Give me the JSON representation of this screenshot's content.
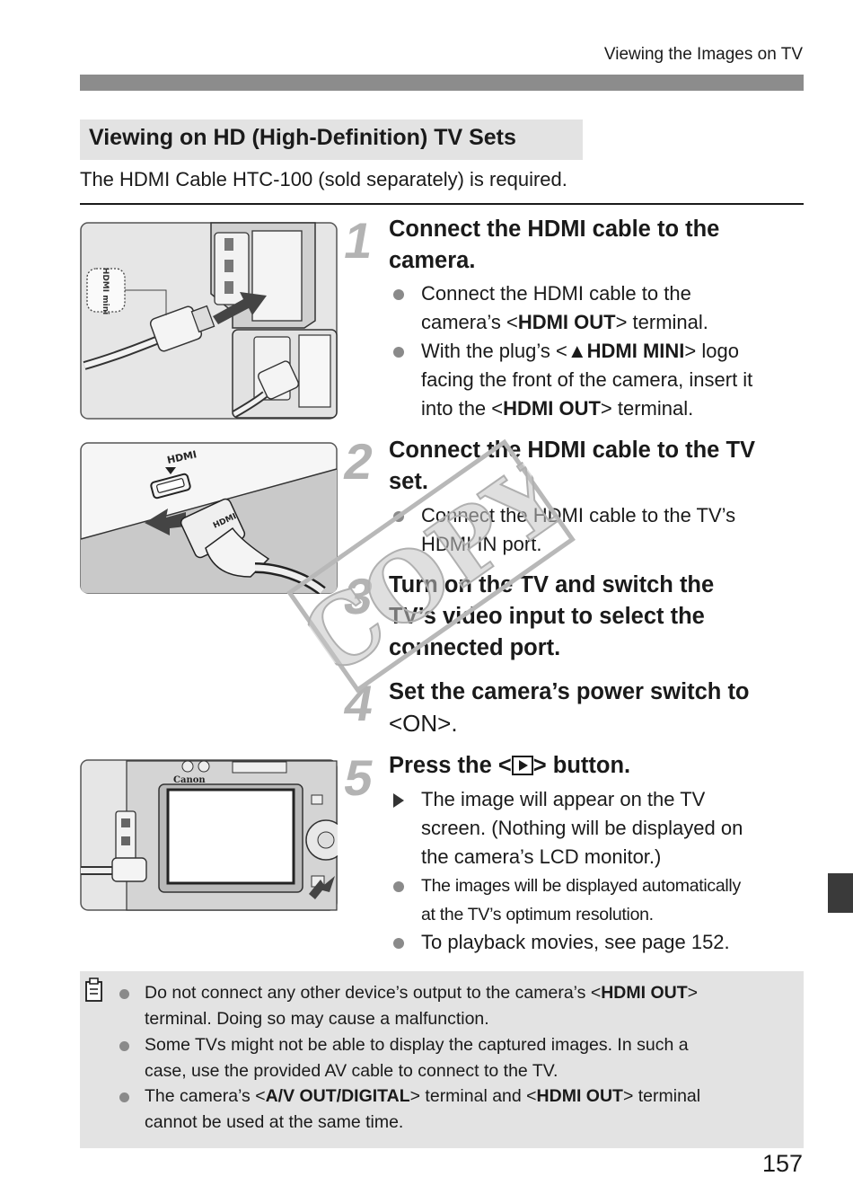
{
  "header": {
    "running_head": "Viewing the Images on TV"
  },
  "section": {
    "title": "Viewing on HD (High-Definition) TV Sets",
    "intro": "The HDMI Cable HTC-100 (sold separately) is required."
  },
  "steps": [
    {
      "number": "1",
      "title_line1": "Connect the HDMI cable to the",
      "title_line2": "camera.",
      "bullets": [
        {
          "pre": "Connect the HDMI cable to the",
          "pre2": "camera’s <",
          "kw": "HDMI OUT",
          "post": "> terminal."
        },
        {
          "pre": "With the plug’s <",
          "kw": "▲HDMI MINI",
          "post": "> logo",
          "line2": "facing the front of the camera, insert it",
          "line3_pre": "into the <",
          "line3_kw": "HDMI OUT",
          "line3_post": "> terminal."
        }
      ]
    },
    {
      "number": "2",
      "title_line1": "Connect the HDMI cable to the TV",
      "title_line2": "set.",
      "bullets": [
        {
          "line1": "Connect the HDMI cable to the TV’s",
          "line2": "HDMI IN port."
        }
      ]
    },
    {
      "number": "3",
      "title_line1": "Turn on the TV and switch the",
      "title_line2": "TV’s video input to select the",
      "title_line3": "connected port."
    },
    {
      "number": "4",
      "title_line1": "Set the camera’s power switch to",
      "title_line2": "<ON>."
    },
    {
      "number": "5",
      "title_pre": "Press the <",
      "title_post": "> button.",
      "bullets": [
        {
          "line1": "The image will appear on the TV",
          "line2": "screen. (Nothing will be displayed on",
          "line3": "the camera’s LCD monitor.)"
        },
        {
          "line1": "The images will be displayed automatically",
          "line2": "at the TV’s optimum resolution."
        },
        {
          "line1": "To playback movies, see page 152."
        }
      ]
    }
  ],
  "figures": {
    "fig1_label": "HDMI mini",
    "fig2_label": "HDMI",
    "fig2_plug_label": "HDMI",
    "fig5_brand": "Canon"
  },
  "notes": [
    {
      "pre": "Do not connect any other device’s output to the camera’s <",
      "kw": "HDMI OUT",
      "post": ">",
      "line2": "terminal. Doing so may cause a malfunction."
    },
    {
      "line1": "Some TVs might not be able to display the captured images. In such a",
      "line2": "case, use the provided AV cable to connect to the TV."
    },
    {
      "pre": "The camera’s <",
      "kw": "A/V OUT/DIGITAL",
      "mid": "> terminal and <",
      "kw2": "HDMI OUT",
      "post": "> terminal",
      "line2": "cannot be used at the same time."
    }
  ],
  "watermark": "COPY",
  "page_number": "157"
}
